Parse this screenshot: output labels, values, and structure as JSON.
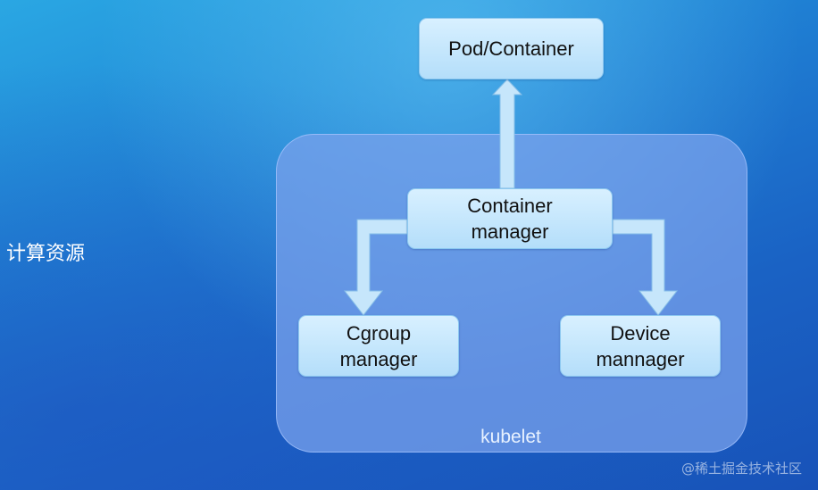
{
  "side_label": "计算资源",
  "panel": {
    "label": "kubelet"
  },
  "boxes": {
    "pod": {
      "text": "Pod/Container"
    },
    "container_manager": {
      "line1": "Container",
      "line2": "manager"
    },
    "cgroup_manager": {
      "line1": "Cgroup",
      "line2": "manager"
    },
    "device_manager": {
      "line1": "Device",
      "line2": "mannager"
    }
  },
  "watermark": "@稀土掘金技术社区",
  "colors": {
    "box_fill": "#c4e6fb",
    "box_border": "#8cc8f0",
    "panel_fill": "#789fe9",
    "arrow_fill": "#c6e6fb",
    "arrow_stroke": "#86bfe8"
  },
  "connections": [
    {
      "from": "container_manager",
      "to": "pod"
    },
    {
      "from": "container_manager",
      "to": "cgroup_manager"
    },
    {
      "from": "container_manager",
      "to": "device_manager"
    }
  ]
}
